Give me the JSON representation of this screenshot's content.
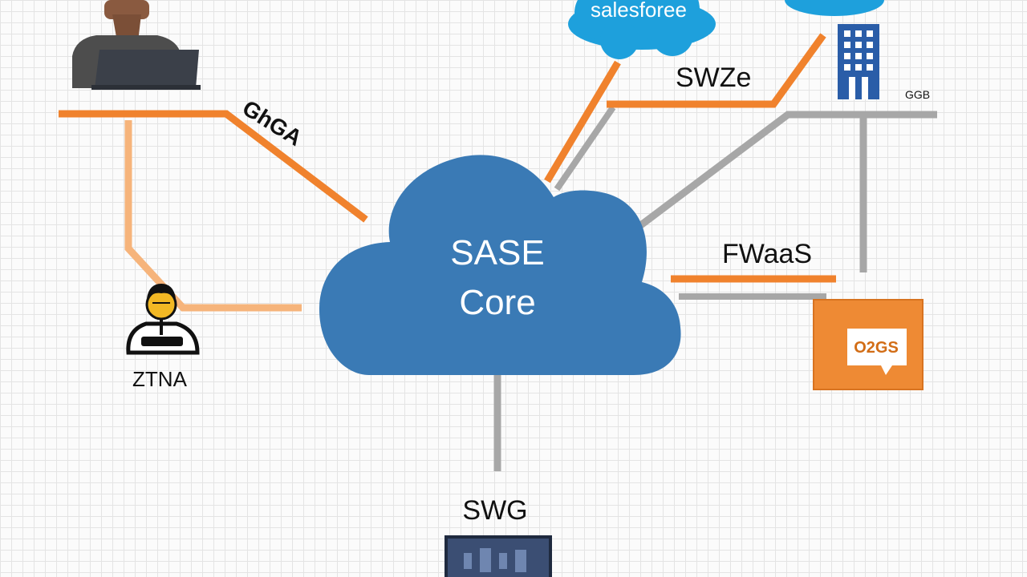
{
  "central_node": {
    "line1": "SASE",
    "line2": "Core"
  },
  "labels": {
    "top_left_link": "GhGA",
    "top_right_link": "SWZe",
    "right_link": "FWaaS",
    "left_node": "ZTNA",
    "bottom_node": "SWG",
    "far_right_tag": "GGB",
    "saas_cloud": "salesforee",
    "message_badge": "O2GS"
  },
  "icons": {
    "top_left": "user-laptop-icon",
    "left": "user-agent-icon",
    "top_center": "saas-cloud-icon",
    "top_right_cloud": "cloud-icon",
    "top_right": "office-building-icon",
    "right": "chat-message-icon",
    "bottom": "monitor-icon"
  },
  "colors": {
    "cloud_blue": "#3a7ab5",
    "saas_blue": "#1ea0dc",
    "orange_link": "#f0822d",
    "light_orange_link": "#f6b47b",
    "gray_link": "#a7a7a7",
    "building_blue": "#2a5da8",
    "badge_orange": "#ee8a34"
  }
}
